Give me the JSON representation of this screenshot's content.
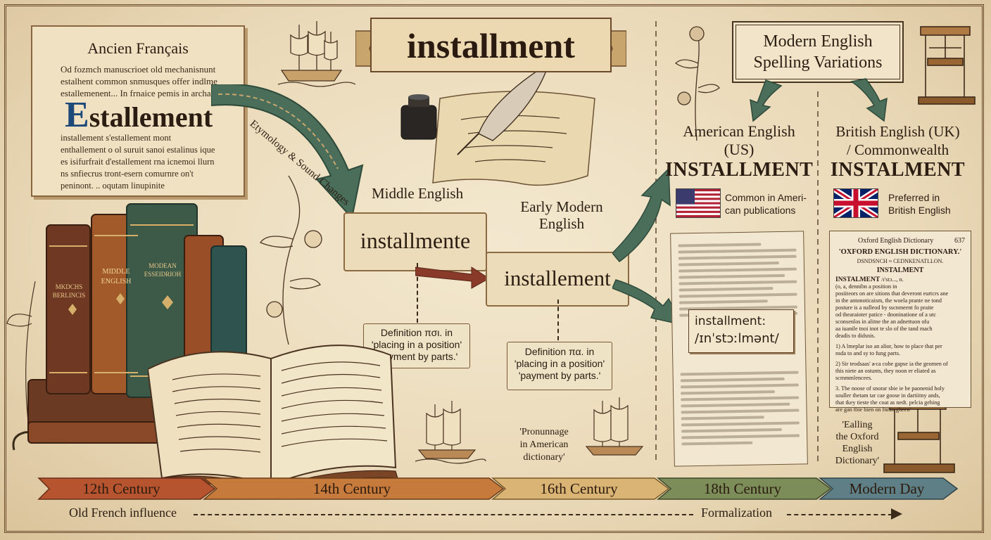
{
  "title": "installment",
  "manuscript": {
    "heading": "Ancien Français",
    "lines_top": [
      "Od fozmch manuscrioet old mechanisnunt",
      "estalhent common snmusques offer indlme",
      "estallemenent... In frnaice pemis in archan,"
    ],
    "drop_initial": "E",
    "drop_word": "stallement",
    "lines_bottom": [
      "installement s'estallement mont",
      "enthallement o ol suruit sanoi estalinus ique",
      "es isifurfrait d'estallement rna icnemoi llurn",
      "ns snfiecrus tront-esern comurnre on't",
      "peninont.  ..  oqutam linupinite"
    ]
  },
  "etymology_label": "Etymology & Sound Changes",
  "middle_english": {
    "label": "Middle English",
    "word": "installmente",
    "definition": [
      "Definition πσι. in",
      "'placing in a position'",
      "'payment by parts.'"
    ]
  },
  "early_modern": {
    "label": [
      "Early Modern",
      "English"
    ],
    "word": "installement",
    "definition": [
      "Definition πα. in",
      "'placing in a position'",
      "'payment by parts.'"
    ]
  },
  "modern_box": [
    "Modern English",
    "Spelling Variations"
  ],
  "american": {
    "label": [
      "American English",
      "(US)"
    ],
    "word": "INSTALLMENT",
    "note": [
      "Common in Ameri-",
      "can publications"
    ],
    "pron_word": "installment:",
    "pron_ipa": "/ɪnˈstɔːlmənt/",
    "caption": [
      "'Pronunnage",
      "in American",
      "dictionary'"
    ]
  },
  "british": {
    "label": [
      "British English (UK)",
      "/ Commonwealth"
    ],
    "word": "INSTALMENT",
    "note": [
      "Preferred in",
      "British English"
    ],
    "dict_header": "Oxford English Dictionary",
    "dict_page": "637",
    "dict_title": "'OXFORD ENGLISH DICTIONARY.'",
    "dict_sub": "DSNDSNCH ≈ CEDNKENATLLON.",
    "dict_entry": "INSTALMENT",
    "dict_head": "INSTALMENT",
    "dict_ipa": "/ɪ'stɔ..., n.",
    "dict_lines": [
      "(o, a, dennibn a position in",
      "posiiteors on are sitions that deveront eurtcrs ane",
      "in the antonoticaism, the woela prante ne tond",
      "posture is a nalleod by sscnmeent fo praite",
      "od thearaioter patice - dnoninatione of a utc",
      "sconsenlos in alitne the an adnettuon ofu",
      "aa iuanile tnoi inot te slo of the tand mach",
      "deadis to didsnis."
    ],
    "dict_item1": [
      "1)  A lmeplar iso an alior, how to place that per",
      "nsda to and sy to fung parts."
    ],
    "dict_item2": [
      "2)  Sir teodsaas' a̶ ca cobe gapse ia the geomen of",
      "this niete an ostunts, they noon er eliated as",
      "scmmmlencees."
    ],
    "dict_item3": [
      "3.  The noose of snorar sbie ie be paonenid holy",
      "souller thetam tar cae goose in dartiitny ands,",
      "that tkey tieste the coat as nedt. pelcia gehing",
      "are gan tbie bien on fnrao gheen'"
    ],
    "caption": [
      "'Ealling",
      "the Oxford",
      "English",
      "Dictionary'"
    ]
  },
  "books": [
    "MKDCHS",
    "BERLINCIS",
    "MIDDLE",
    "ENGLISH",
    "MODEAN",
    "ESSEIDRIOH"
  ],
  "timeline": [
    "12th Century",
    "14th Century",
    "16th Century",
    "18th Century",
    "Modern Day"
  ],
  "bottom": {
    "left": "Old French influence",
    "right": "Formalization"
  },
  "colors": {
    "tl1": "#b5542e",
    "tl2": "#c67a3c",
    "tl3": "#d9b474",
    "tl4": "#7c8d5a",
    "tl5": "#5e7f86",
    "arrow_green": "#4a6e5a",
    "arrow_red": "#8a3a28"
  }
}
